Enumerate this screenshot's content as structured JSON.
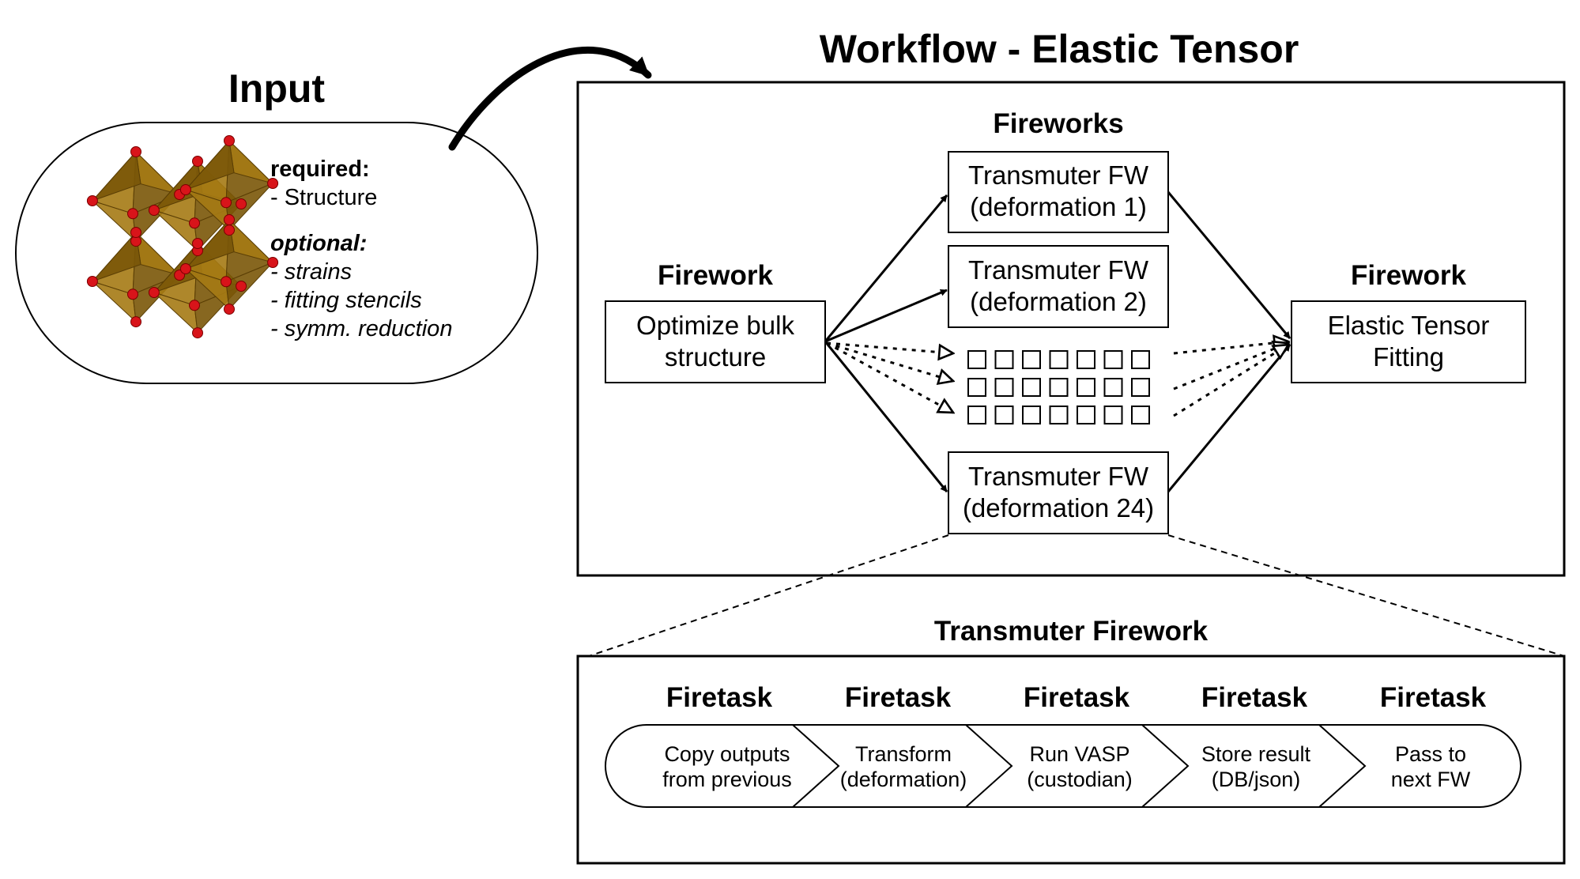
{
  "input": {
    "title": "Input",
    "required_label": "required:",
    "required_items": [
      "- Structure"
    ],
    "optional_label": "optional:",
    "optional_items": [
      "- strains",
      "- fitting stencils",
      "- symm. reduction"
    ],
    "structure_image": "perovskite-octahedra-crystal-structure"
  },
  "workflow": {
    "title": "Workflow - Elastic Tensor",
    "fireworks_header": "Fireworks",
    "left_firework": {
      "header": "Firework",
      "line1": "Optimize bulk",
      "line2": "structure"
    },
    "right_firework": {
      "header": "Firework",
      "line1": "Elastic Tensor",
      "line2": "Fitting"
    },
    "transmuters": [
      {
        "line1": "Transmuter FW",
        "line2": "(deformation 1)"
      },
      {
        "line1": "Transmuter FW",
        "line2": "(deformation 2)"
      },
      {
        "line1": "Transmuter FW",
        "line2": "(deformation 24)"
      }
    ]
  },
  "transmuter_firework": {
    "title": "Transmuter Firework",
    "tasks": [
      {
        "header": "Firetask",
        "line1": "Copy outputs",
        "line2": "from previous"
      },
      {
        "header": "Firetask",
        "line1": "Transform",
        "line2": "(deformation)"
      },
      {
        "header": "Firetask",
        "line1": "Run VASP",
        "line2": "(custodian)"
      },
      {
        "header": "Firetask",
        "line1": "Store result",
        "line2": "(DB/json)"
      },
      {
        "header": "Firetask",
        "line1": "Pass to",
        "line2": "next FW"
      }
    ]
  },
  "colors": {
    "octahedron": "#a57a14",
    "octahedron_dark": "#7a5608",
    "oxygen": "#d8141a",
    "stroke": "#000000"
  }
}
